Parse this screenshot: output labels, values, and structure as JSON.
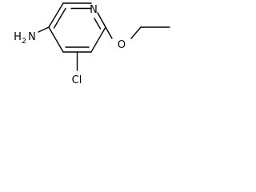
{
  "molecule": {
    "atoms": {
      "ring_n": "N",
      "chloro": "Cl",
      "ether_o": "O",
      "amine": "H",
      "amine_sub": "2",
      "amine_n": "N"
    },
    "colors": {
      "bond": "#000000",
      "label": "#000000",
      "background": "#ffffff"
    }
  }
}
